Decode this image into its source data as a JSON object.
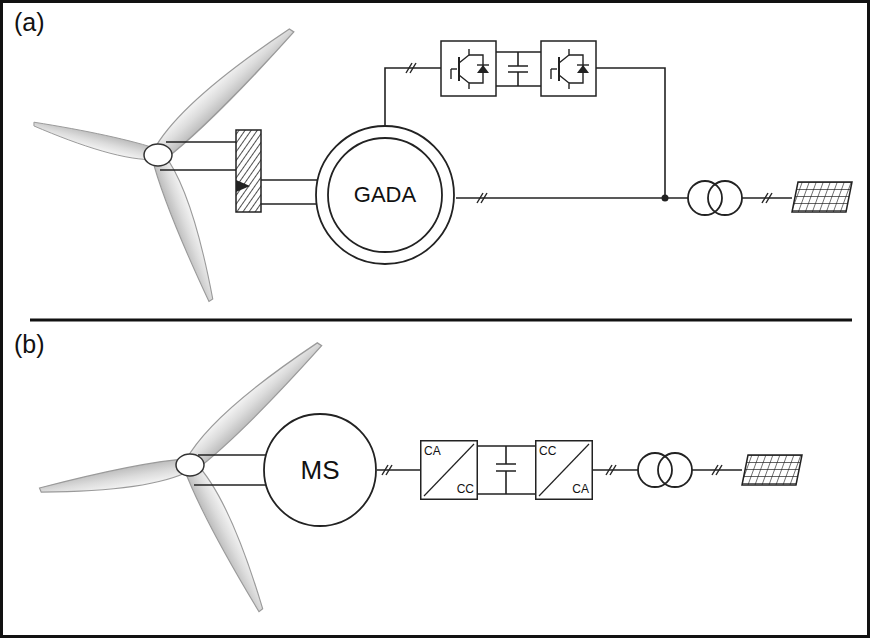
{
  "diagram": {
    "nodes": [
      {
        "text": [
          "GADA"
        ]
      },
      {
        "text": [
          "MS"
        ]
      },
      {
        "text": [
          "CA",
          "CC"
        ]
      },
      {
        "text": [
          "CC",
          "CA"
        ]
      }
    ],
    "edges": [
      {
        "from": 1,
        "to": 2,
        "arrow": "none"
      },
      {
        "from": 2,
        "to": 3,
        "arrow": "none"
      }
    ],
    "labels": [
      "(a)",
      "(b)"
    ]
  }
}
